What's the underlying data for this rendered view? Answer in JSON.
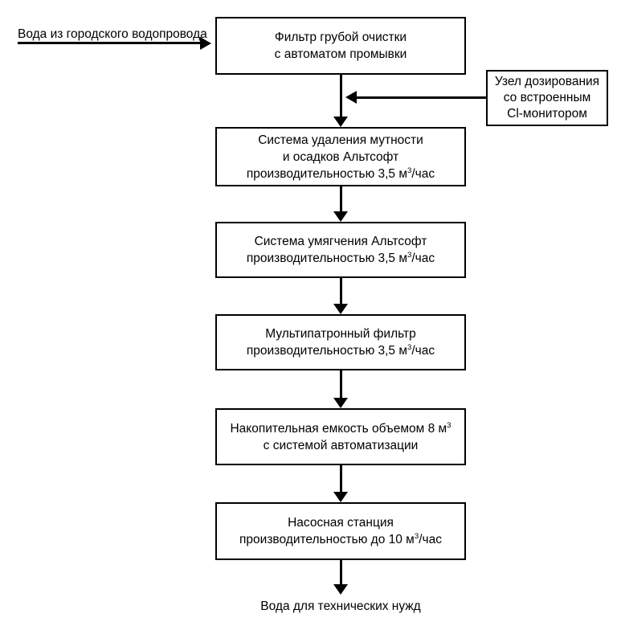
{
  "diagram": {
    "source_label": "Вода из городского водопровода",
    "output_label": "Вода для технических нужд",
    "colors": {
      "line": "#000000",
      "text": "#000000",
      "background": "#ffffff"
    },
    "side_box": {
      "line1": "Узел дозирования",
      "line2": "со встроенным",
      "line3": "Cl-монитором"
    },
    "boxes": [
      {
        "line1": "Фильтр грубой очистки",
        "line2": "с автоматом промывки"
      },
      {
        "line1": "Система удаления мутности",
        "line2": "и осадков Альтсофт",
        "line3_pre": "производительностью 3,5 м",
        "line3_sup": "3",
        "line3_post": "/час"
      },
      {
        "line1": "Система умягчения Альтсофт",
        "line2_pre": "производительностью 3,5 м",
        "line2_sup": "3",
        "line2_post": "/час"
      },
      {
        "line1": "Мультипатронный фильтр",
        "line2_pre": "производительностью 3,5 м",
        "line2_sup": "3",
        "line2_post": "/час"
      },
      {
        "line1_pre": "Накопительная емкость объемом 8 м",
        "line1_sup": "3",
        "line2": "с системой автоматизации"
      },
      {
        "line1": "Насосная станция",
        "line2_pre": "производительностью до 10 м",
        "line2_sup": "3",
        "line2_post": "/час"
      }
    ]
  }
}
